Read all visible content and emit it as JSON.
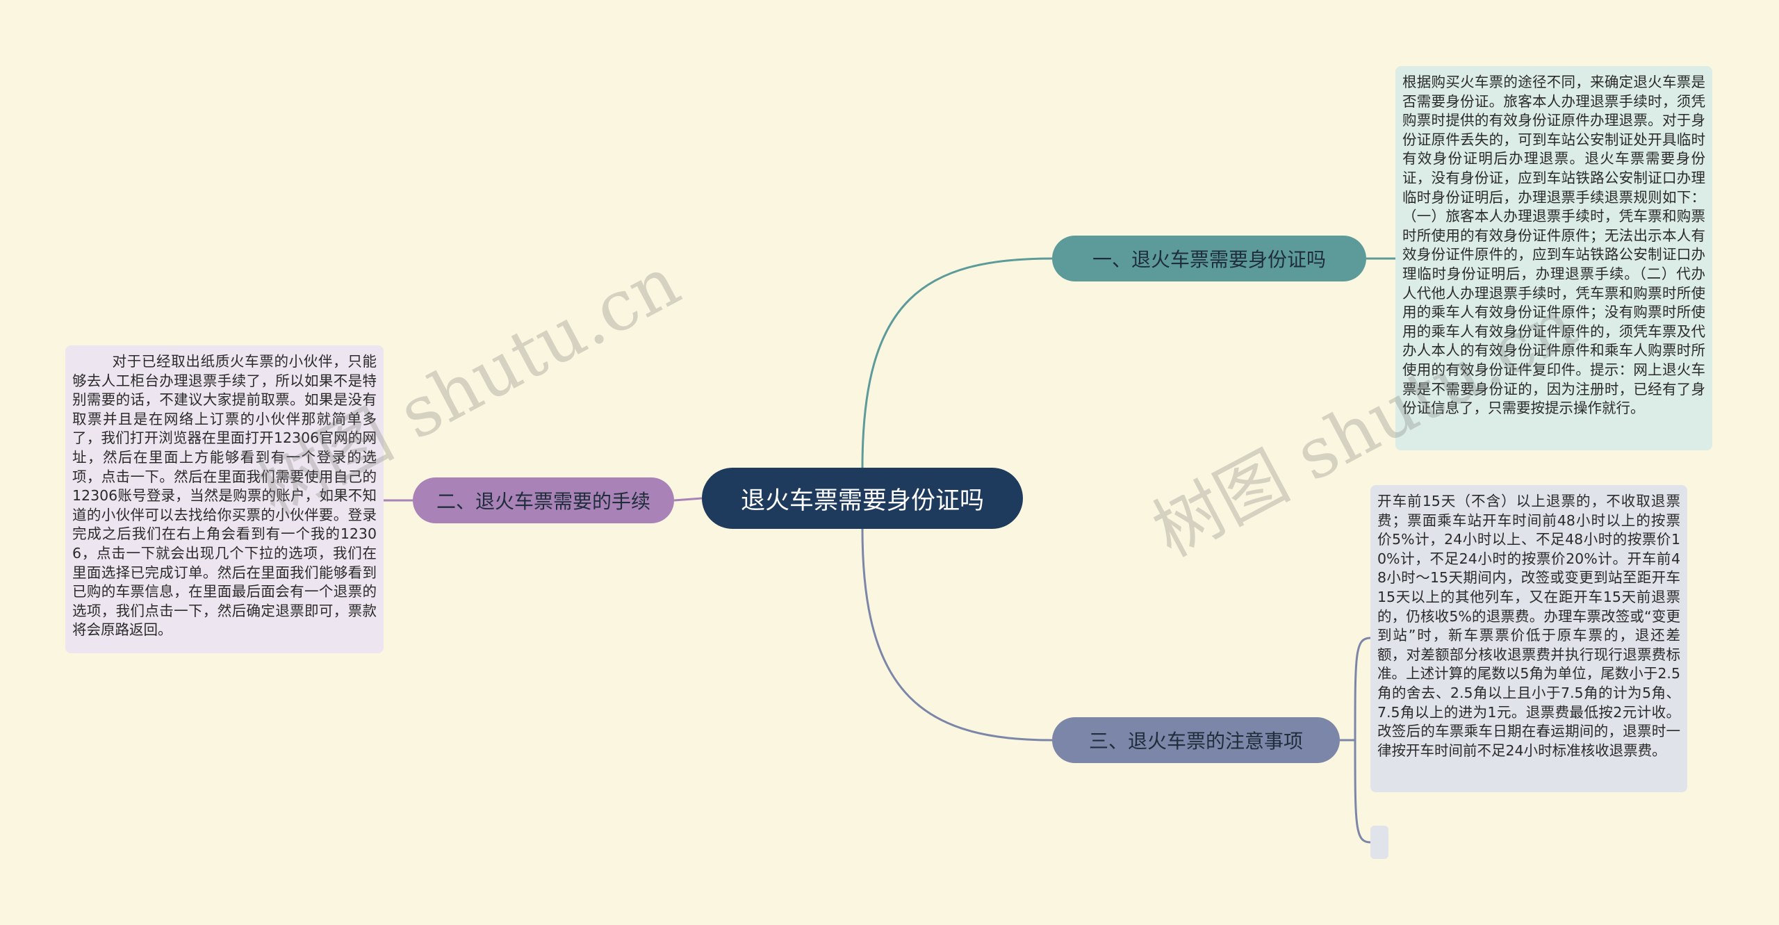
{
  "center": {
    "label": "退火车票需要身份证吗"
  },
  "branches": [
    {
      "label": "一、退火车票需要身份证吗"
    },
    {
      "label": "二、退火车票需要的手续"
    },
    {
      "label": "三、退火车票的注意事项"
    }
  ],
  "leaves": [
    {
      "text": "根据购买火车票的途径不同，来确定退火车票是否需要身份证。旅客本人办理退票手续时，须凭购票时提供的有效身份证原件办理退票。对于身份证原件丢失的，可到车站公安制证处开具临时有效身份证明后办理退票。退火车票需要身份证，没有身份证，应到车站铁路公安制证口办理临时身份证明后，办理退票手续退票规则如下：（一）旅客本人办理退票手续时，凭车票和购票时所使用的有效身份证件原件；无法出示本人有效身份证件原件的，应到车站铁路公安制证口办理临时身份证明后，办理退票手续。（二）代办人代他人办理退票手续时，凭车票和购票时所使用的乘车人有效身份证件原件；没有购票时所使用的乘车人有效身份证件原件的，须凭车票及代办人本人的有效身份证件原件和乘车人购票时所使用的有效身份证件复印件。提示：网上退火车票是不需要身份证的，因为注册时，已经有了身份证信息了，只需要按提示操作就行。"
    },
    {
      "text": "        对于已经取出纸质火车票的小伙伴，只能够去人工柜台办理退票手续了，所以如果不是特别需要的话，不建议大家提前取票。如果是没有取票并且是在网络上订票的小伙伴那就简单多了，我们打开浏览器在里面打开12306官网的网址，然后在里面上方能够看到有一个登录的选项，点击一下。然后在里面我们需要使用自己的12306账号登录，当然是购票的账户，如果不知道的小伙伴可以去找给你买票的小伙伴要。登录完成之后我们在右上角会看到有一个我的12306，点击一下就会出现几个下拉的选项，我们在里面选择已完成订单。然后在里面我们能够看到已购的车票信息，在里面最后面会有一个退票的选项，我们点击一下，然后确定退票即可，票款将会原路返回。"
    },
    {
      "text": "开车前15天（不含）以上退票的，不收取退票费；票面乘车站开车时间前48小时以上的按票价5%计，24小时以上、不足48小时的按票价10%计，不足24小时的按票价20%计。开车前48小时～15天期间内，改签或变更到站至距开车15天以上的其他列车，又在距开车15天前退票的，仍核收5%的退票费。办理车票改签或“变更到站”时，新车票票价低于原车票的，退还差额，对差额部分核收退票费并执行现行退票费标准。上述计算的尾数以5角为单位，尾数小于2.5角的舍去、2.5角以上且小于7.5角的计为5角、7.5角以上的进为1元。退票费最低按2元计收。改签后的车票乘车日期在春运期间的，退票时一律按开车时间前不足24小时标准核收退票费。"
    }
  ],
  "watermark": {
    "text1": "树图 shutu.cn",
    "text2": "树图 shutu.cn"
  },
  "colors": {
    "background": "#faf6df",
    "center": "#1e3a5c",
    "branch1": "#5c9b9a",
    "branch2": "#a983b8",
    "branch3": "#7c86a8"
  }
}
